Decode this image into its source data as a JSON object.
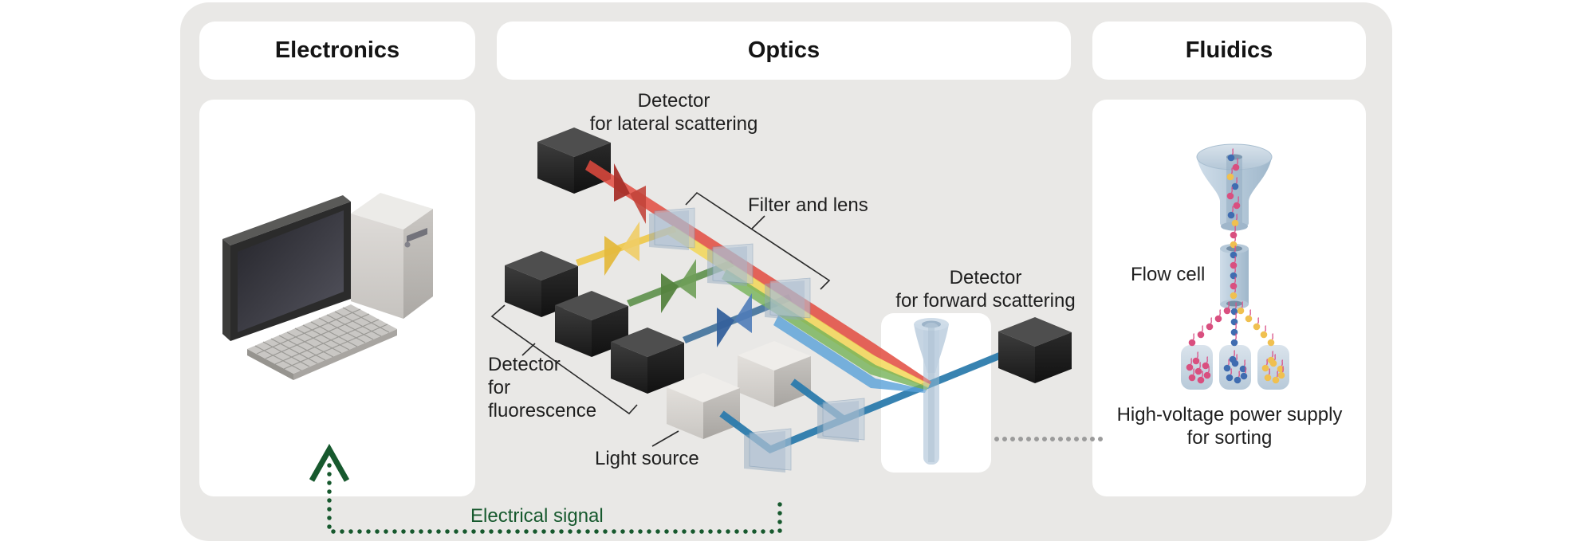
{
  "sections": {
    "electronics": {
      "title": "Electronics",
      "illustration": "desktop-computer"
    },
    "optics": {
      "title": "Optics",
      "labels": {
        "detector_lateral": "Detector\nfor lateral scattering",
        "filter_and_lens": "Filter and lens",
        "detector_forward": "Detector\nfor forward scattering",
        "detector_fluorescence": "Detector\nfor\nfluorescence",
        "light_source": "Light source"
      },
      "beam_colors": {
        "red": "#e24a3e",
        "yellow": "#f2d44e",
        "green": "#74b258",
        "blue": "#57a0d8",
        "laser": "#2d7cad"
      }
    },
    "fluidics": {
      "title": "Fluidics",
      "labels": {
        "flow_cell": "Flow cell",
        "hv_supply": "High-voltage power supply\nfor sorting"
      },
      "droplet_colors": {
        "pink": "#d94f7f",
        "blue": "#3f6cb0",
        "yellow": "#f0c050"
      }
    },
    "signal": {
      "electrical": "Electrical signal",
      "color": "#17592e",
      "sorting_link_color": "#9b9b9b"
    },
    "palette": {
      "container_bg": "#e9e8e6",
      "panel_bg": "#ffffff"
    }
  }
}
